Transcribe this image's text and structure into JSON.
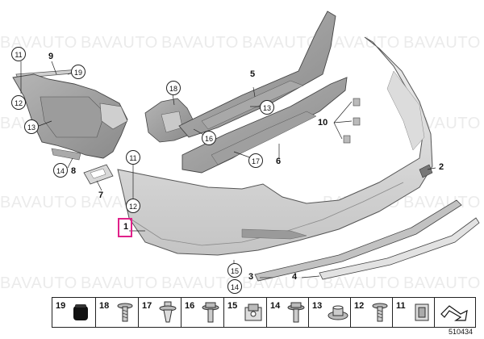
{
  "watermark": "BAVAUTO",
  "callouts": {
    "c1": "1",
    "c2": "2",
    "c3": "3",
    "c4": "4",
    "c5": "5",
    "c6": "6",
    "c7": "7",
    "c8": "8",
    "c9": "9",
    "c10": "10",
    "c11a": "11",
    "c11b": "11",
    "c12a": "12",
    "c12b": "12",
    "c13a": "13",
    "c13b": "13",
    "c14a": "14",
    "c14b": "14",
    "c15": "15",
    "c16": "16",
    "c17": "17",
    "c18": "18",
    "c19": "19"
  },
  "parts_strip": {
    "items": [
      {
        "number": "19",
        "icon": "grommet-icon"
      },
      {
        "number": "18",
        "icon": "screw-icon"
      },
      {
        "number": "17",
        "icon": "expanding-rivet-icon"
      },
      {
        "number": "16",
        "icon": "hex-bolt-icon"
      },
      {
        "number": "15",
        "icon": "spring-nut-icon"
      },
      {
        "number": "14",
        "icon": "hex-bolt-icon"
      },
      {
        "number": "13",
        "icon": "washer-nut-icon"
      },
      {
        "number": "12",
        "icon": "screw-icon"
      },
      {
        "number": "11",
        "icon": "clip-nut-icon"
      },
      {
        "number": "",
        "icon": "arrow-icon"
      }
    ]
  },
  "document_id": "510434"
}
